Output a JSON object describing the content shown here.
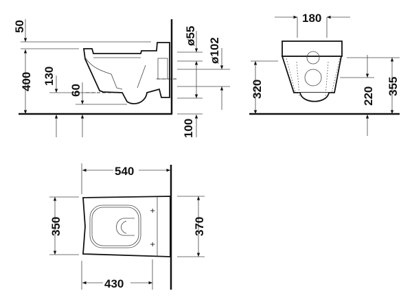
{
  "side_view": {
    "dims": {
      "seat_gap": "50",
      "seat_height": "400",
      "outlet_height": "130",
      "outlet_offset": "60",
      "inlet_diameter": "ø55",
      "outlet_diameter": "ø102",
      "floor_offset": "100"
    }
  },
  "front_view": {
    "dims": {
      "fixing_spacing": "180",
      "fixing_height": "320",
      "outlet_height": "220",
      "inlet_height": "355"
    }
  },
  "top_view": {
    "dims": {
      "length": "540",
      "bowl_width": "350",
      "wall_width": "370",
      "bowl_length": "430"
    }
  }
}
